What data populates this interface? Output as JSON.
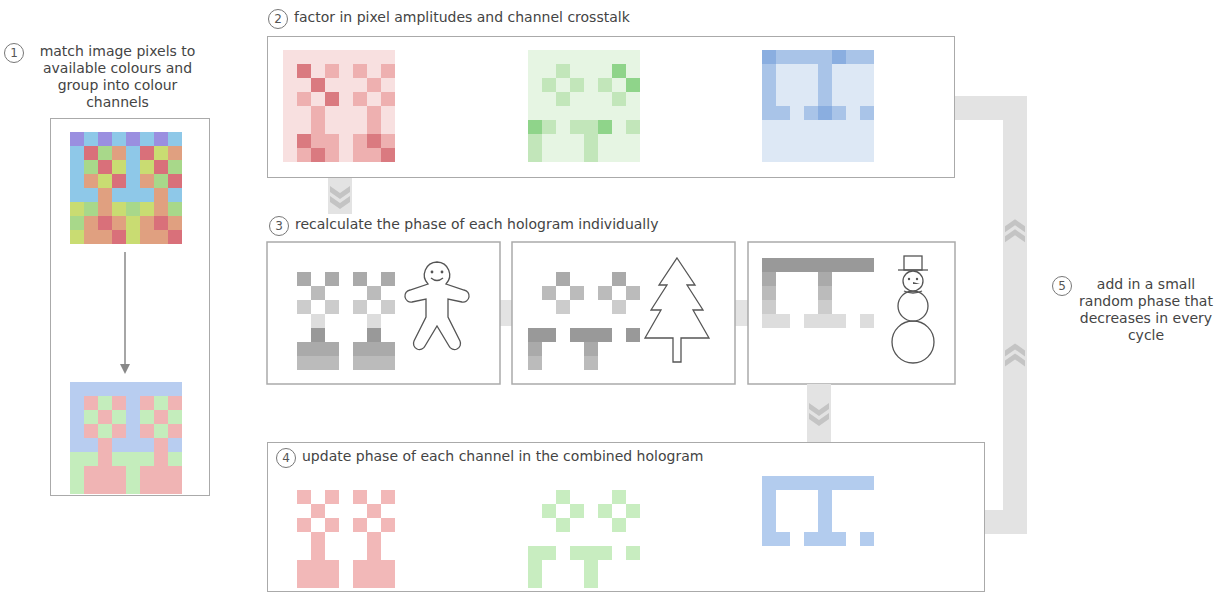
{
  "diagram": {
    "nodes": [
      {
        "text": [
          "1",
          "match image pixels to available colours and group into colour channels"
        ]
      },
      {
        "text": [
          "2",
          "factor in pixel amplitudes and channel crosstalk"
        ]
      },
      {
        "text": [
          "3",
          "recalculate the phase of each hologram individually"
        ]
      },
      {
        "text": [
          "4",
          "update phase of each channel in the combined hologram"
        ]
      }
    ],
    "edges": [
      {
        "from": 1,
        "to": 2,
        "arrow": "to"
      },
      {
        "from": 2,
        "to": 3,
        "arrow": "to"
      },
      {
        "from": 3,
        "to": 1,
        "arrow": "to"
      }
    ],
    "labels": [
      "5",
      "add in a small random phase that decreases in every cycle"
    ]
  }
}
